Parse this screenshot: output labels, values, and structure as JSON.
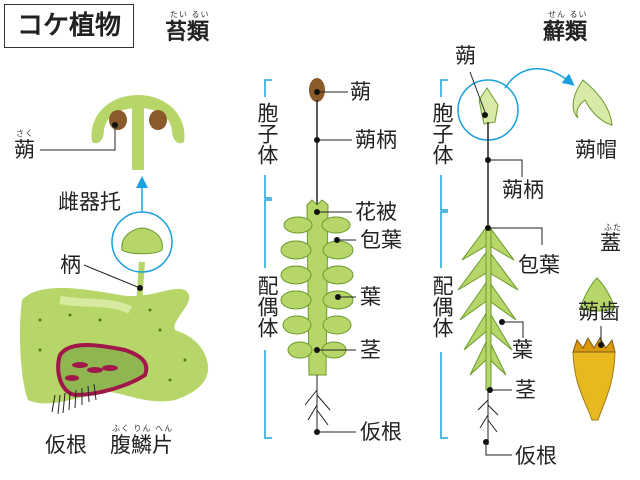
{
  "title": "コケ植物",
  "liverwort": {
    "heading": "苔類",
    "heading_ruby": "たい るい",
    "capsule": "蒴",
    "capsule_ruby": "さく",
    "archegoniophore": "雌器托",
    "stalk": "柄",
    "rhizoid": "仮根",
    "ventral_scale": "腹鱗片",
    "ventral_scale_ruby": "ふく りん へん"
  },
  "moss_middle": {
    "sporophyte": "胞子体",
    "gametophyte": "配偶体",
    "capsule": "蒴",
    "seta": "蒴柄",
    "perianth": "花被",
    "bract": "包葉",
    "leaf": "葉",
    "stem": "茎",
    "rhizoid": "仮根"
  },
  "moss": {
    "heading": "蘚類",
    "heading_ruby": "せん るい",
    "capsule": "蒴",
    "sporophyte": "胞子体",
    "gametophyte": "配偶体",
    "calyptra": "蒴帽",
    "seta": "蒴柄",
    "bract": "包葉",
    "leaf": "葉",
    "stem": "茎",
    "rhizoid": "仮根",
    "operculum": "蓋",
    "operculum_ruby": "ふた",
    "peristome": "蒴歯"
  },
  "colors": {
    "accent": "#1aa0dc",
    "leaf": "#b7d66a",
    "leaf_dark": "#6a9a2a",
    "capsule": "#8a5a2a",
    "scale": "#a0174a",
    "peristome": "#e8b820"
  }
}
